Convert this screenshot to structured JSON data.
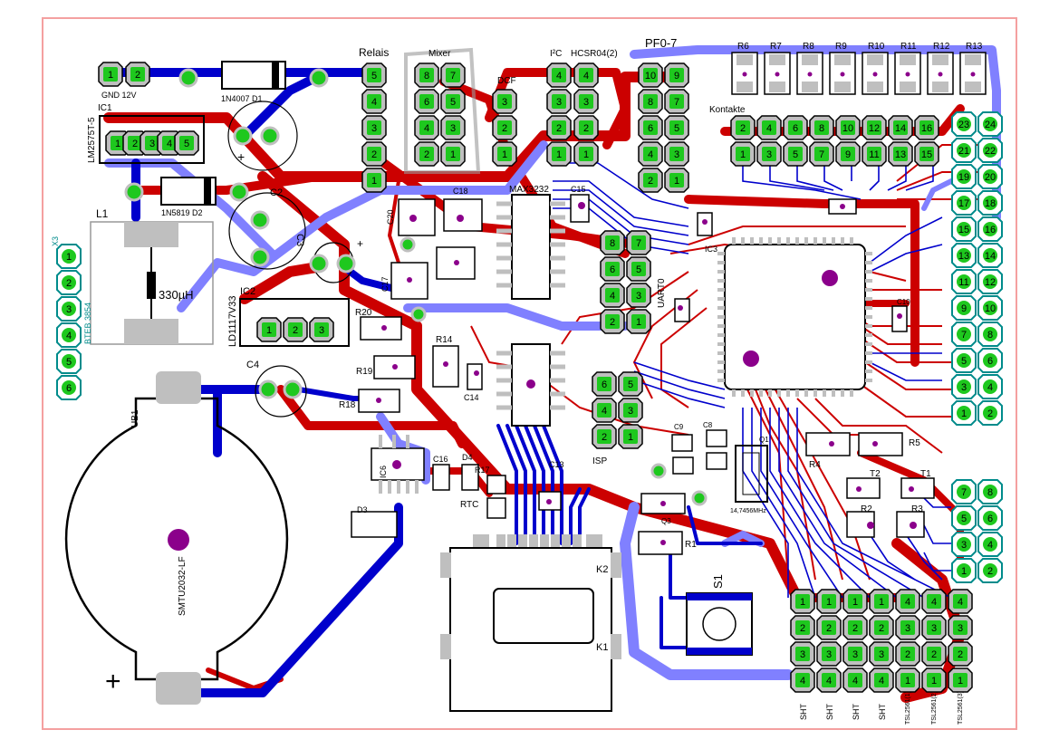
{
  "colors": {
    "outline": "#f4a0a0",
    "top_copper": "#cc0000",
    "bottom_copper": "#0000cc",
    "bottom_wide": "#8080ff",
    "top_wide": "#f08080",
    "pad": "#1ec81e",
    "pad_ring": "#bfbfbf",
    "silk": "#000000",
    "via": "#8b008b",
    "teal_connector": "#008b8b"
  },
  "labels": {
    "relais": "Relais",
    "mixer": "Mixer",
    "dcf": "DCF",
    "i2c": "I²C",
    "hcsr04": "HCSR04(2)",
    "pf07": "PF0-7",
    "kontakte": "Kontakte",
    "gnd12v": "GND 12V",
    "ic1": "IC1",
    "lm2575": "LM2575T-5",
    "d1": "1N4007  D1",
    "d2": "1N5819  D2",
    "c2": "C2",
    "c3": "C3",
    "c4": "C4",
    "l1": "L1",
    "l1_value": "330µH",
    "ic2": "IC2",
    "ld1117": "LD1117V33",
    "x3": "X3",
    "lcd": "BTEB  3854",
    "c20": "C20",
    "c18": "C18",
    "c17": "C17",
    "max3232": "MAX3232",
    "c15": "C15",
    "uart0": "UART0",
    "ic3": "IC3",
    "r20": "R20",
    "r19": "R19",
    "r18": "R18",
    "r14": "R14",
    "c14": "C14",
    "c16": "C16",
    "d4": "D4",
    "r17": "R17",
    "rtc": "RTC",
    "c13": "C13",
    "ic6": "IC6",
    "d3": "D3",
    "isp": "ISP",
    "c9": "C9",
    "c8": "C8",
    "c10": "C10",
    "q1": "Q1",
    "quartz": "14,7456MHz",
    "q3": "Q3",
    "r1": "R1",
    "r2": "R2",
    "r3": "R3",
    "r4": "R4",
    "r5": "R5",
    "t1": "T1",
    "t2": "T2",
    "s1": "S1",
    "ub1": "UB1",
    "battery": "SMTU2032-LF",
    "k1": "K1",
    "k2": "K2",
    "resistors_top": [
      "R6",
      "R7",
      "R8",
      "R9",
      "R10",
      "R11",
      "R12",
      "R13"
    ],
    "sht": [
      "SHT",
      "SHT",
      "SHT",
      "SHT"
    ],
    "tsl": [
      "TSL2561(1)",
      "TSL2561(2)",
      "TSL2561(3)"
    ],
    "plus": "+"
  }
}
